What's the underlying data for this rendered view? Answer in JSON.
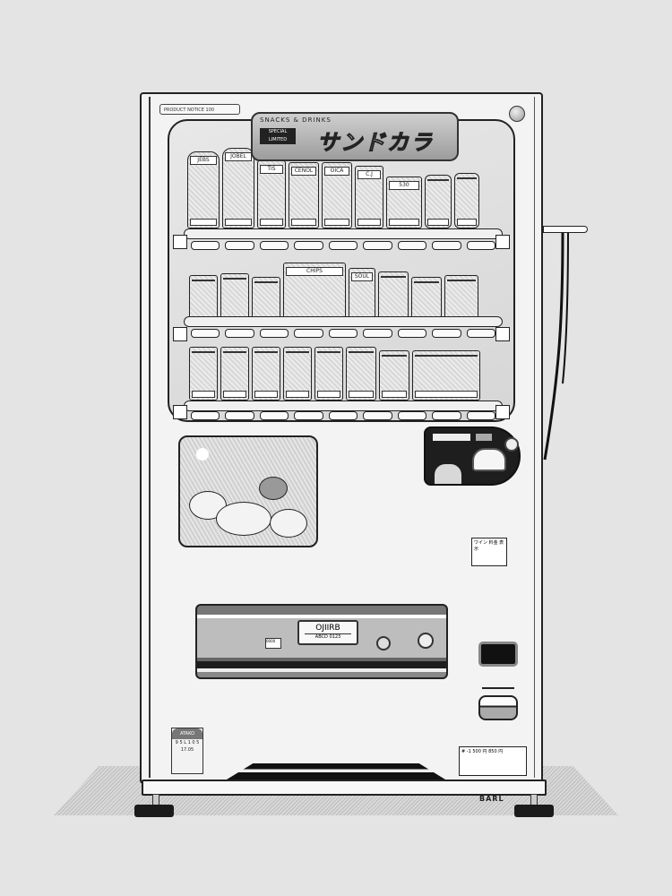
{
  "scene": {
    "title": "Vending machine line-art illustration",
    "background_color": "#e4e4e4",
    "ink_color": "#222222"
  },
  "machine": {
    "top_sticker_text": "PRODUCT NOTICE 100",
    "banner": {
      "small_text": "SNACKS & DRINKS",
      "tag_text": "SPECIAL LIMITED",
      "logo_text": "サンドカラ"
    },
    "shelves": [
      {
        "row": 1,
        "products": [
          {
            "label": "JEBS",
            "type": "bottle"
          },
          {
            "label": "JOBEL",
            "type": "bottle"
          },
          {
            "label": "TIS",
            "type": "bag"
          },
          {
            "label": "CENOL",
            "type": "bag"
          },
          {
            "label": "OICA",
            "type": "bag"
          },
          {
            "label": "C.J",
            "type": "box"
          },
          {
            "label": "530",
            "type": "box"
          },
          {
            "label": "",
            "type": "can"
          },
          {
            "label": "",
            "type": "can"
          }
        ]
      },
      {
        "row": 2,
        "products": [
          {
            "label": "",
            "type": "box"
          },
          {
            "label": "",
            "type": "box"
          },
          {
            "label": "",
            "type": "box"
          },
          {
            "label": "CHIPS",
            "type": "bag"
          },
          {
            "label": "SOUL",
            "type": "box"
          },
          {
            "label": "",
            "type": "box"
          },
          {
            "label": "",
            "type": "box"
          },
          {
            "label": "",
            "type": "box"
          }
        ]
      },
      {
        "row": 3,
        "products": [
          {
            "label": "",
            "type": "pack"
          },
          {
            "label": "",
            "type": "pack"
          },
          {
            "label": "",
            "type": "pack"
          },
          {
            "label": "",
            "type": "pack"
          },
          {
            "label": "",
            "type": "pack"
          },
          {
            "label": "",
            "type": "tall"
          },
          {
            "label": "",
            "type": "box"
          },
          {
            "label": "",
            "type": "wide"
          }
        ]
      }
    ],
    "promo_panel": {
      "description": "illustrated snack promo window"
    },
    "payment_panel": {
      "description": "coin / card payment unit"
    },
    "info_sticker_text": "ワイン 料金 表示",
    "dispense_flap": {
      "window_text": "OJIIRB",
      "window_subtext": "ABCD  0123",
      "small_button_text": "0000"
    },
    "left_sticker": {
      "header": "ATAKO",
      "body": "9 5 L 1 0 5",
      "footer": "17.05"
    },
    "right_sticker_text": "# -1 500 円 850 円",
    "signature": "BARL"
  }
}
